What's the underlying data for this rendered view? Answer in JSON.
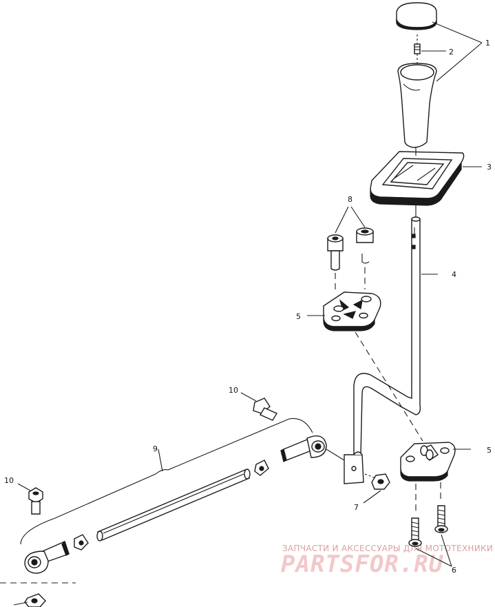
{
  "callouts": {
    "c1": "1",
    "c2": "2",
    "c3": "3",
    "c4": "4",
    "c5a": "5",
    "c5b": "5",
    "c6": "6",
    "c7": "7",
    "c8": "8",
    "c9": "9",
    "c10a": "10",
    "c10b": "10"
  },
  "watermark": {
    "caption": "ЗАПЧАСТИ И АКСЕССУАРЫ ДЛЯ МОТОТЕХНИКИ",
    "brand": "PARTSFOR.RU"
  }
}
